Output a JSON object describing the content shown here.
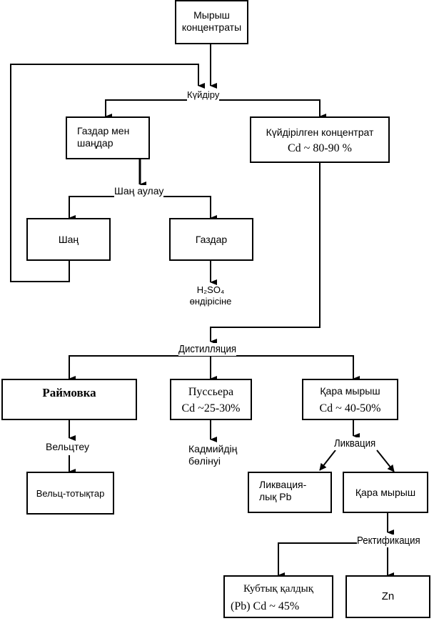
{
  "nodes": {
    "zinc_concentrate": "Мырыш\nконцентраты",
    "gases_and_dust": "Газдар мен\nшаңдар",
    "roasted_concentrate": "Күйдірілген концентрат",
    "roasted_cd": "Cd ~ 80-90 %",
    "dust": "Шаң",
    "gases": "Газдар",
    "raimovka": "Раймовка",
    "pusser": "Пуссьера",
    "pusser_cd": "Cd ~25-30%",
    "crude_zinc": "Қара мырыш",
    "crude_zinc_cd": "Cd ~ 40-50%",
    "waelz_oxides": "Вельц-тотықтар",
    "liquation_pb": "Ликвация-\nлық Pb",
    "crude_zinc_2": "Қара мырыш",
    "still_residue": "Кубтық қалдық",
    "still_residue_cd": "(Pb)  Cd ~ 45%",
    "zn": "Zn"
  },
  "operations": {
    "roasting": "Күйдіру",
    "dust_capture": "Шаң аулау",
    "distillation": "Дистилляция",
    "waelz": "Вельцтеу",
    "liquation": "Ликвация",
    "rectification": "Ректификация"
  },
  "outputs": {
    "sulfuric_acid": "H₂SO₄\nөндірісіне",
    "cadmium_recovery": "Кадмийдің\nбөлінуі"
  }
}
